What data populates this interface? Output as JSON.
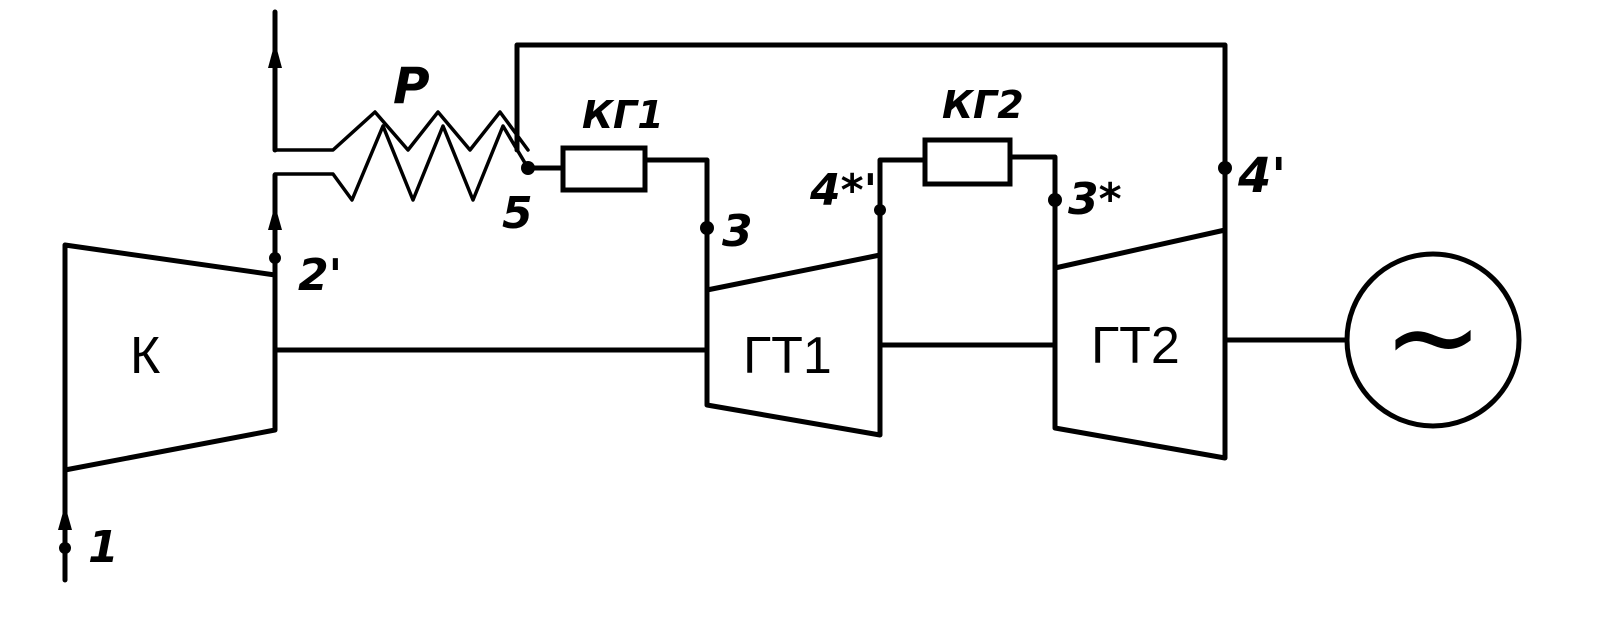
{
  "components": {
    "compressor": "К",
    "turbine_1": "ГТ1",
    "turbine_2": "ГТ2",
    "regenerator": "Р",
    "combustor_1": "КГ1",
    "combustor_2": "КГ2",
    "generator_symbol": "~"
  },
  "points": {
    "p1": "1",
    "p2": "2'",
    "p3": "3",
    "p3s": "3*",
    "p4s": "4*'",
    "p4": "4'",
    "p5": "5"
  }
}
